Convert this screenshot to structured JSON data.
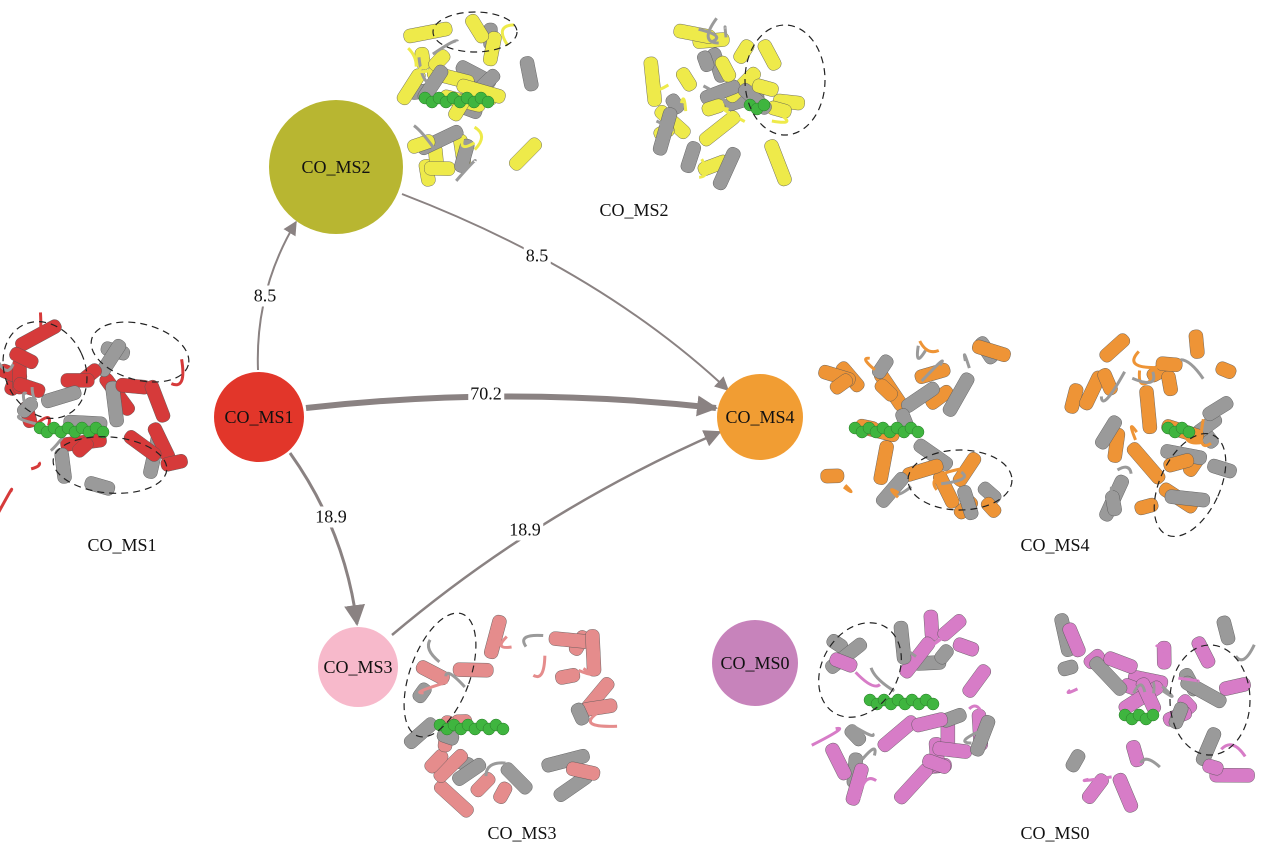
{
  "nodes": [
    {
      "id": "MS2",
      "label": "CO_MS2",
      "color": "#b8b631"
    },
    {
      "id": "MS1",
      "label": "CO_MS1",
      "color": "#e2362a"
    },
    {
      "id": "MS4",
      "label": "CO_MS4",
      "color": "#f19d33"
    },
    {
      "id": "MS3",
      "label": "CO_MS3",
      "color": "#f7b9cb"
    },
    {
      "id": "MS0",
      "label": "CO_MS0",
      "color": "#c783bb"
    }
  ],
  "edges": [
    {
      "from": "MS1",
      "to": "MS2",
      "value": "8.5"
    },
    {
      "from": "MS2",
      "to": "MS4",
      "value": "8.5"
    },
    {
      "from": "MS1",
      "to": "MS4",
      "value": "70.2"
    },
    {
      "from": "MS1",
      "to": "MS3",
      "value": "18.9"
    },
    {
      "from": "MS3",
      "to": "MS4",
      "value": "18.9"
    }
  ],
  "edge_color": "#8a8282",
  "structure_captions": {
    "ms2": "CO_MS2",
    "ms1": "CO_MS1",
    "ms4": "CO_MS4",
    "ms3": "CO_MS3",
    "ms0": "CO_MS0"
  },
  "structure_colors": {
    "ms2": "#eeea4a",
    "ms1": "#d63a3a",
    "ms4": "#ee9436",
    "ms3": "#e58c8c",
    "ms0": "#d77cc7",
    "reference": "#9a9a9a",
    "ligand": "#3fb53f"
  }
}
